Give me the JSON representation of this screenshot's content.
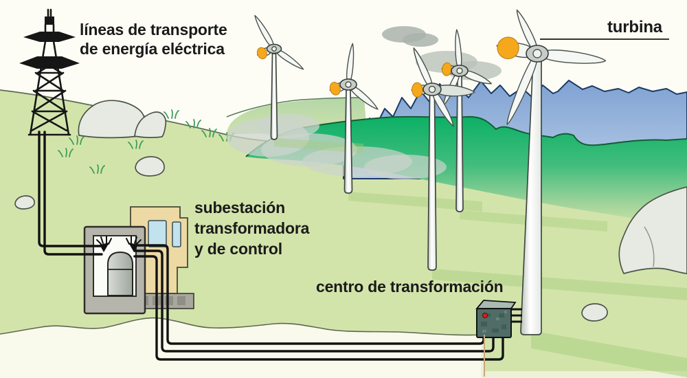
{
  "labels": {
    "transport_lines_line1": "líneas de transporte",
    "transport_lines_line2": "de energía eléctrica",
    "turbine": "turbina",
    "substation_line1": "subestación",
    "substation_line2": "transformadora",
    "substation_line3": "y de control",
    "transformation_center": "centro de transformación"
  },
  "colors": {
    "field_green": "#d3e4ab",
    "emerald_green": "#0cb065",
    "sage_green": "#b4d6a8",
    "mountain_blue": "#84a3d4",
    "cloud_gray": "#ccd4cc",
    "building_tan": "#ecd9a4",
    "window_blue": "#c2e2ee",
    "wall_gray": "#b5b5ab",
    "blade_tip_orange": "#f6a81c",
    "cable_black": "#121212",
    "box_teal": "#4f6d66",
    "indicator_red": "#d02020",
    "text_black": "#1a1a1a"
  },
  "scene": {
    "turbine_count": 5,
    "elements": [
      "transmission-tower",
      "wind-turbines",
      "transformer-substation",
      "transformation-center-box",
      "underground-cables",
      "mountains",
      "rocks",
      "clouds"
    ]
  }
}
